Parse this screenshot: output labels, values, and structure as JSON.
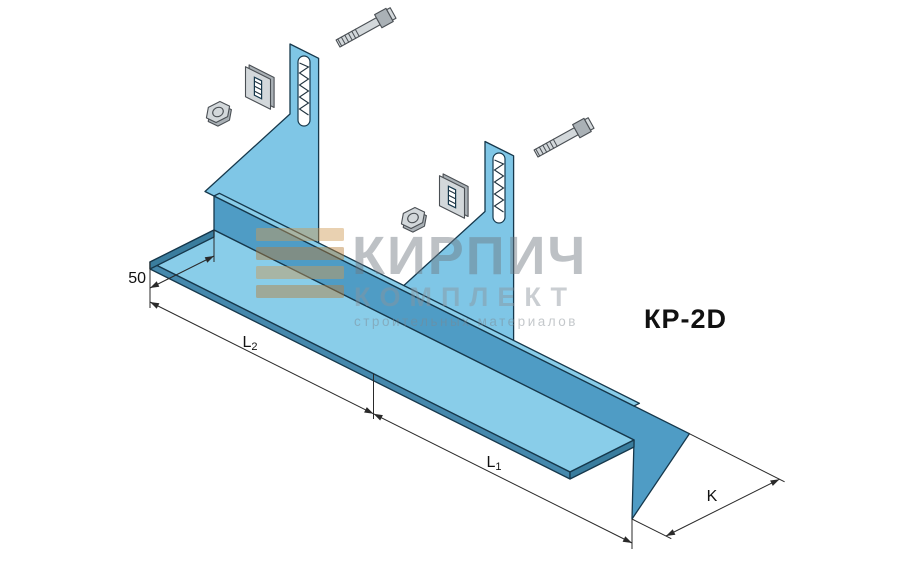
{
  "title": "КР-2D",
  "watermark": {
    "brand": "КИРПИЧ",
    "brand_secondary": "КОМПЛЕКТ",
    "tagline": "строительных материалов",
    "logo_color": "#c8873c",
    "text_color": "#7d858d"
  },
  "dimensions": {
    "d50": {
      "label": "50"
    },
    "L2": {
      "main": "L",
      "sub": "2"
    },
    "L1": {
      "main": "L",
      "sub": "1"
    },
    "K": {
      "label": "K"
    }
  },
  "drawing": {
    "type": "isometric-technical-drawing",
    "part": "wall-bracket",
    "part_fill_light": "#89cde9",
    "part_fill_plate": "#7fc6e6",
    "part_fill_wall": "#4f9cc5",
    "part_fill_edge": "#3a7d9e",
    "outline_color": "#16384c",
    "hardware_fill": "#d3d8db",
    "dimension_color": "#2a2a2a",
    "components": [
      "horizontal-shelf",
      "back-wall",
      "pointed-tail",
      "gusset-plate-left",
      "gusset-plate-right",
      "slotted-hole-left",
      "slotted-hole-right",
      "bolt-left",
      "bolt-right",
      "slotted-square-washer-left",
      "slotted-square-washer-right",
      "hex-nut-left",
      "hex-nut-right"
    ]
  }
}
